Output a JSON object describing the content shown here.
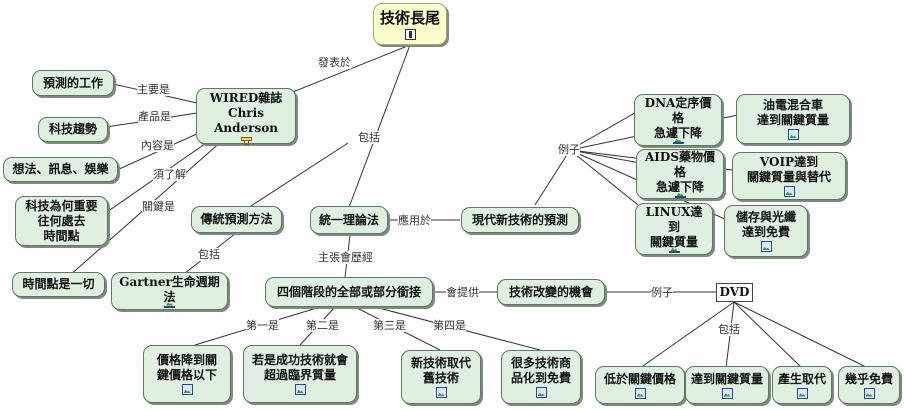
{
  "nodes": {
    "root": "技術長尾",
    "wired": "WIRED雜誌\nChris Anderson",
    "predict_work": "預測的工作",
    "tech_trend": "科技趨勢",
    "ideas": "想法、訊息、娛樂",
    "why_matters": "科技為何重要\n往何處去\n時間點",
    "timing": "時間點是一切",
    "traditional": "傳統預測方法",
    "gartner": "Gartner生命週期法",
    "unified": "統一理論法",
    "modern": "現代新技術的預測",
    "dna": "DNA定序價格\n急遽下降",
    "hybrid": "油電混合車\n達到關鍵質量",
    "aids": "AIDS藥物價格\n急遽下降",
    "voip": "VOIP達到\n關鍵質量與替代",
    "linux": "LINUX達到\n關鍵質量",
    "storage": "儲存與光纖\n達到免費",
    "four_stages": "四個階段的全部或部分銜接",
    "opportunity": "技術改變的機會",
    "dvd": "DVD",
    "stage1": "價格降到關\n鍵價格以下",
    "stage2": "若是成功技術就會\n超過臨界質量",
    "stage3": "新技術取代\n舊技術",
    "stage4": "很多技術商\n品化到免費",
    "dvd1": "低於關鍵價格",
    "dvd2": "達到關鍵質量",
    "dvd3": "產生取代",
    "dvd4": "幾乎免費"
  },
  "links": {
    "published_in": "發表於",
    "includes": "包括",
    "mainly": "主要是",
    "product": "產品是",
    "content": "內容是",
    "must_know": "須了解",
    "key": "關鍵是",
    "includes2": "包括",
    "applied_to": "應用於",
    "example": "例子",
    "claims_stages": "主張會歷經",
    "provides": "會提供",
    "example2": "例子",
    "includes3": "包括",
    "first": "第一是",
    "second": "第二是",
    "third": "第三是",
    "fourth": "第四是"
  },
  "icons": {
    "root": "film-icon",
    "wired": "document-icon",
    "default": "image-icon"
  }
}
